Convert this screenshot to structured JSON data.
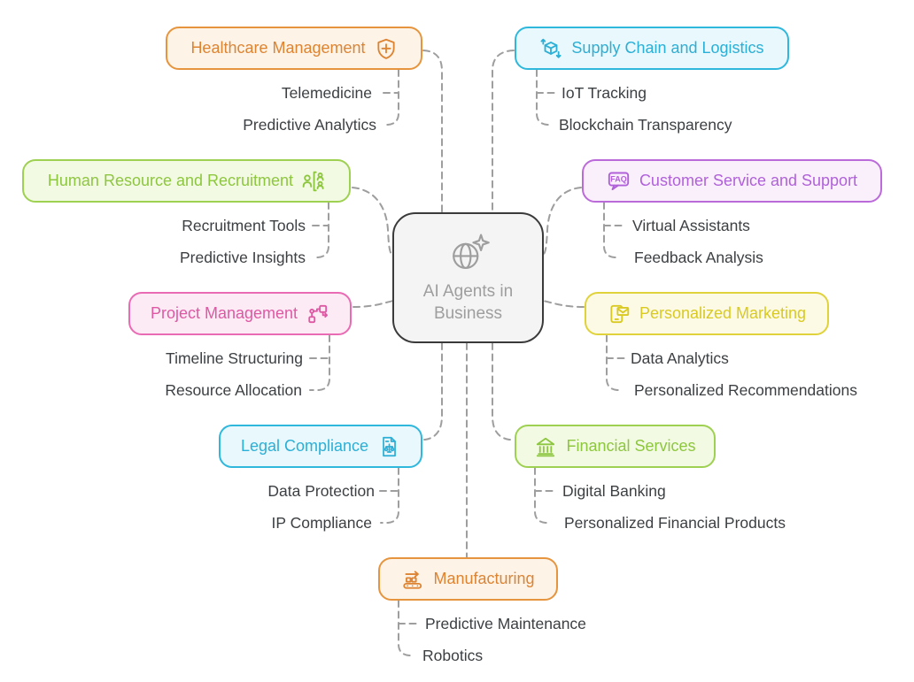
{
  "colors": {
    "background": "#FFFFFF",
    "connector": "#9E9E9E",
    "sub_item_text": "#3C4043",
    "themes": {
      "orange": {
        "border": "#E6953E",
        "background": "#FDF3E7",
        "text": "#DD8433"
      },
      "cyan": {
        "border": "#2FB7DC",
        "background": "#E8F8FC",
        "text": "#2CAFD6"
      },
      "green": {
        "border": "#9ED052",
        "background": "#F3FAE3",
        "text": "#8DC63F"
      },
      "purple": {
        "border": "#BB6BD9",
        "background": "#FAF0FC",
        "text": "#B061D9"
      },
      "pink": {
        "border": "#E96BB4",
        "background": "#FCEAF4",
        "text": "#DE58A4"
      },
      "yellow": {
        "border": "#E0D23B",
        "background": "#FCFAE4",
        "text": "#D9C922"
      },
      "center": {
        "border": "#3A3A3A",
        "background": "#F4F4F4",
        "text": "#9E9E9E"
      }
    }
  },
  "icons": {
    "faq_text": "FAQ"
  },
  "center": {
    "label_line1": "AI Agents in",
    "label_line2": "Business",
    "icon": "globe-sparkle-icon"
  },
  "nodes": [
    {
      "label": "Healthcare Management",
      "icon": "shield-plus-icon",
      "theme": "orange",
      "side": "top-left",
      "children": [
        "Telemedicine",
        "Predictive Analytics"
      ]
    },
    {
      "label": "Supply Chain and Logistics",
      "icon": "cube-arrows-icon",
      "theme": "cyan",
      "side": "top-right",
      "children": [
        "IoT Tracking",
        "Blockchain Transparency"
      ]
    },
    {
      "label": "Human Resource and Recruitment",
      "icon": "people-bracket-icon",
      "theme": "green",
      "side": "left",
      "children": [
        "Recruitment Tools",
        "Predictive Insights"
      ]
    },
    {
      "label": "Customer Service and Support",
      "icon": "faq-bubble-icon",
      "theme": "purple",
      "side": "right",
      "children": [
        "Virtual Assistants",
        "Feedback Analysis"
      ]
    },
    {
      "label": "Project Management",
      "icon": "flowchart-icon",
      "theme": "pink",
      "side": "left",
      "children": [
        "Timeline Structuring",
        "Resource Allocation"
      ]
    },
    {
      "label": "Personalized Marketing",
      "icon": "phone-mail-icon",
      "theme": "yellow",
      "side": "right",
      "children": [
        "Data Analytics",
        "Personalized Recommendations"
      ]
    },
    {
      "label": "Legal Compliance",
      "icon": "document-scales-icon",
      "theme": "cyan",
      "side": "bottom-left",
      "children": [
        "Data Protection",
        "IP Compliance"
      ]
    },
    {
      "label": "Financial Services",
      "icon": "bank-icon",
      "theme": "green",
      "side": "bottom-right",
      "children": [
        "Digital Banking",
        "Personalized Financial Products"
      ]
    },
    {
      "label": "Manufacturing",
      "icon": "conveyor-arrow-icon",
      "theme": "orange",
      "side": "bottom",
      "children": [
        "Predictive Maintenance",
        "Robotics"
      ]
    }
  ]
}
